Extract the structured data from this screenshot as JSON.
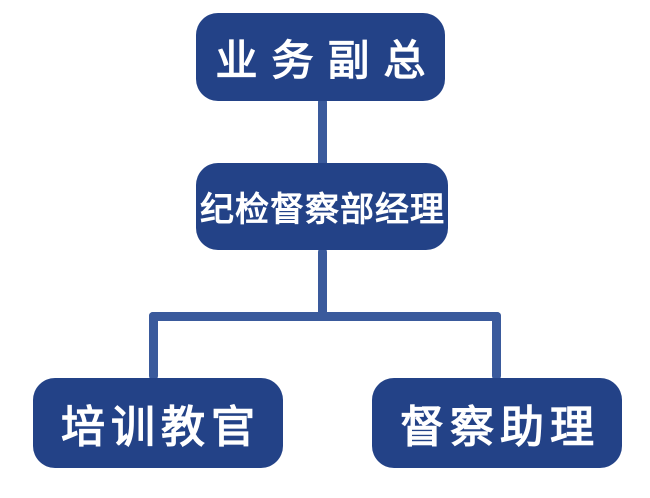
{
  "diagram": {
    "type": "org-chart",
    "colors": {
      "node_fill": "#234287",
      "connector": "#3a5a9c",
      "node_text": "#ffffff",
      "background": "#ffffff"
    },
    "nodes": [
      {
        "id": "vp",
        "label": "业务副总",
        "level": 1
      },
      {
        "id": "manager",
        "label": "纪检督察部经理",
        "level": 2
      },
      {
        "id": "trainer",
        "label": "培训教官",
        "level": 3
      },
      {
        "id": "assistant",
        "label": "督察助理",
        "level": 3
      }
    ],
    "edges": [
      {
        "from": "vp",
        "to": "manager"
      },
      {
        "from": "manager",
        "to": "trainer"
      },
      {
        "from": "manager",
        "to": "assistant"
      }
    ]
  }
}
